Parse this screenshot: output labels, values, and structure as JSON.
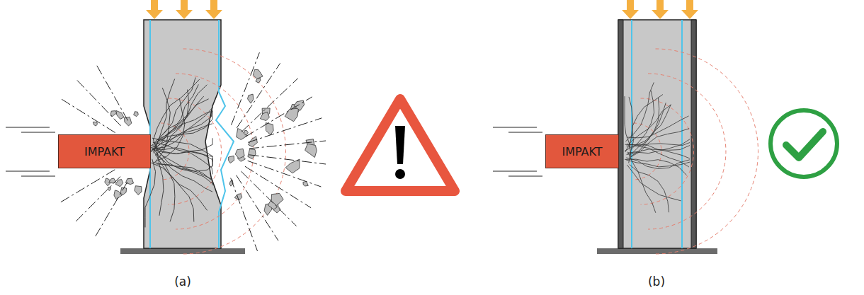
{
  "diagram": {
    "nodes": [
      {
        "text": [
          "IMPAKT"
        ]
      },
      {
        "text": [
          "IMPAKT"
        ]
      }
    ],
    "labels": [
      "(a)",
      "(b)"
    ]
  }
}
